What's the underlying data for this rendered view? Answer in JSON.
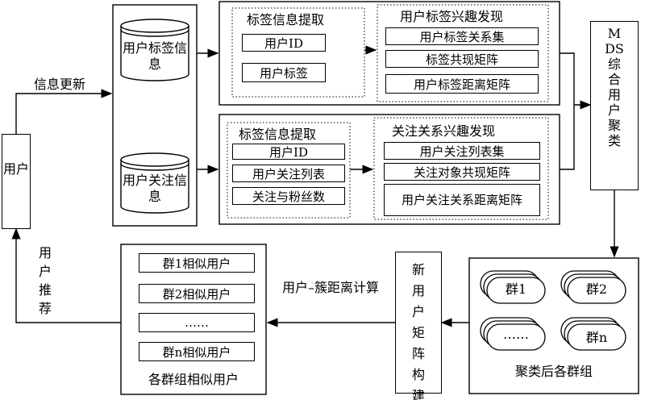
{
  "user": {
    "label": "用户"
  },
  "edges": {
    "info_update": "信息更新",
    "distance_calc": "用户–簇距离计算",
    "recommend": "用户推荐"
  },
  "stores": {
    "tag_info": "用户标签信息",
    "follow_info": "用户关注信息"
  },
  "tag_module": {
    "extraction_title": "标签信息提取",
    "extraction_items": [
      "用户ID",
      "用户标签"
    ],
    "interest_title": "用户标签兴趣发现",
    "interest_items": [
      "用户标签关系集",
      "标签共现矩阵",
      "用户标签距离矩阵"
    ]
  },
  "follow_module": {
    "extraction_title": "标签信息提取",
    "extraction_items": [
      "用户ID",
      "用户关注列表",
      "关注与粉丝数"
    ],
    "interest_title": "关注关系兴趣发现",
    "interest_items": [
      "用户关注列表集",
      "关注对象共现矩阵",
      "用户关注关系距离矩阵"
    ]
  },
  "mds": {
    "label": "MDS综合用户聚类"
  },
  "matrix_build": {
    "label": "新用户矩阵构建"
  },
  "similar_users": {
    "items": [
      "群1相似用户",
      "群2相似用户",
      "……",
      "群n相似用户"
    ],
    "caption": "各群组相似用户"
  },
  "clusters": {
    "items": [
      "群1",
      "群2",
      "……",
      "群n"
    ],
    "caption": "聚类后各群组"
  }
}
